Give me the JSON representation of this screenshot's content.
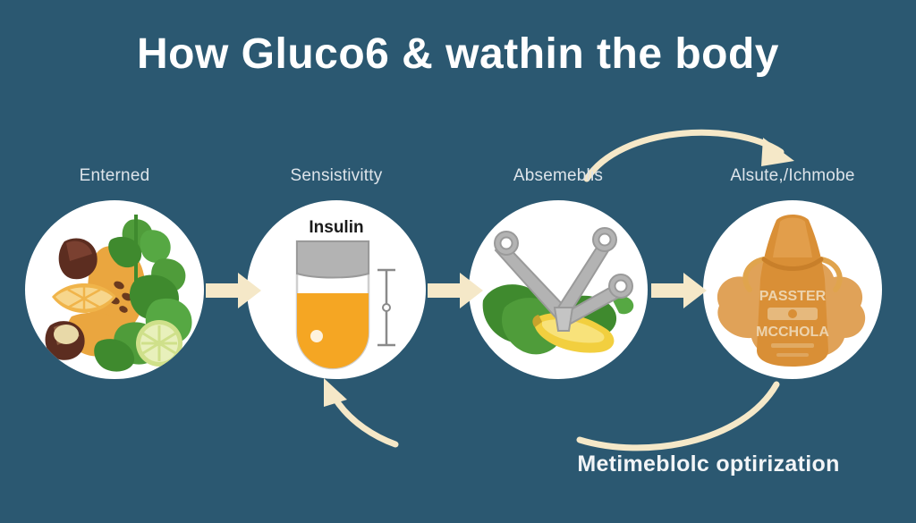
{
  "title": "How Gluco6 & wathin the body",
  "colors": {
    "background": "#2b5871",
    "bubble": "#ffffff",
    "arrow": "#f5e8c8",
    "title_text": "#ffffff",
    "label_text": "#dde4ea",
    "caption_text": "#f2f5f7",
    "orange": "#e8a33d",
    "green": "#4f9c3a",
    "brown": "#5c2d20",
    "grey": "#b3b3b3",
    "yellow": "#f2cf3f",
    "sack": "#d98f36"
  },
  "steps": [
    {
      "label": "Enterned",
      "icon": "fruits-and-greens-plate-icon",
      "caption": ""
    },
    {
      "label": "Sensistivitty",
      "icon": "insulin-vial-icon",
      "caption": "Insulin"
    },
    {
      "label": "Absemeblis",
      "icon": "vegetables-and-scissors-icon",
      "caption": ""
    },
    {
      "label": "Alsute,/Ichmobe",
      "icon": "supplement-sack-icon",
      "caption": "",
      "sack_text_top": "PASSTER",
      "sack_text_bottom": "MCCHOLA"
    }
  ],
  "connectors": [
    {
      "name": "arrow-step1-to-step2"
    },
    {
      "name": "arrow-step2-to-step3"
    },
    {
      "name": "arrow-step3-to-step4"
    }
  ],
  "curves": [
    {
      "name": "curved-arrow-top-right",
      "direction": "right"
    },
    {
      "name": "curved-arrow-bottom-left",
      "direction": "up-left"
    },
    {
      "name": "curved-arrow-bottom-right",
      "direction": "left"
    }
  ],
  "caption": "Metimeblolc optirization"
}
